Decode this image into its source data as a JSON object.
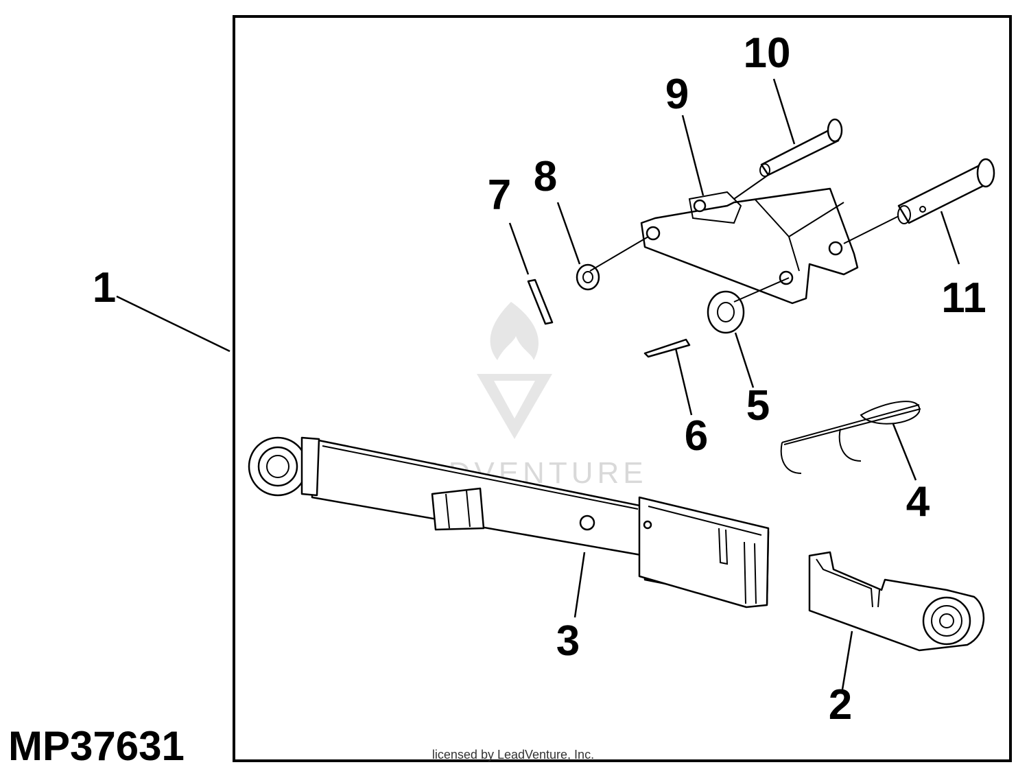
{
  "figure": {
    "id": "MP37631",
    "callouts": [
      "1",
      "2",
      "3",
      "4",
      "5",
      "6",
      "7",
      "8",
      "9",
      "10",
      "11"
    ]
  },
  "watermark": {
    "text": "LEADVENTURE",
    "color": "#d9d9d9"
  },
  "copyright": "licensed by LeadVenture, Inc.",
  "colors": {
    "line": "#000000",
    "background": "#ffffff"
  }
}
